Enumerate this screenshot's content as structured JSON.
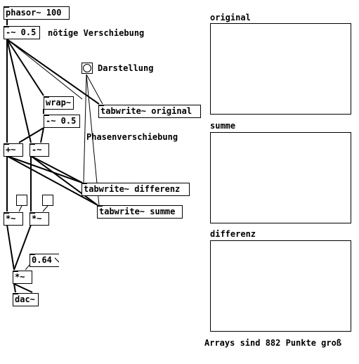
{
  "objects": {
    "phasor": "phasor~ 100",
    "minus05_top": "-~ 0.5",
    "wrap": "wrap~",
    "minus05_mid": "-~ 0.5",
    "plus": "+~",
    "minus": "-~",
    "tabwrite_original": "tabwrite~ original",
    "tabwrite_differenz": "tabwrite~ differenz",
    "tabwrite_summe": "tabwrite~ summe",
    "mul_left": "*~",
    "mul_right": "*~",
    "mul_bottom": "*~",
    "dac": "dac~"
  },
  "number_box": {
    "value": "0.64"
  },
  "comments": {
    "shift_needed": "nötige Verschiebung",
    "display": "Darstellung",
    "phase_shift": "Phasenverschiebung",
    "array_size": "Arrays sind 882 Punkte groß"
  },
  "arrays": [
    {
      "name": "original"
    },
    {
      "name": "summe"
    },
    {
      "name": "differenz"
    }
  ]
}
